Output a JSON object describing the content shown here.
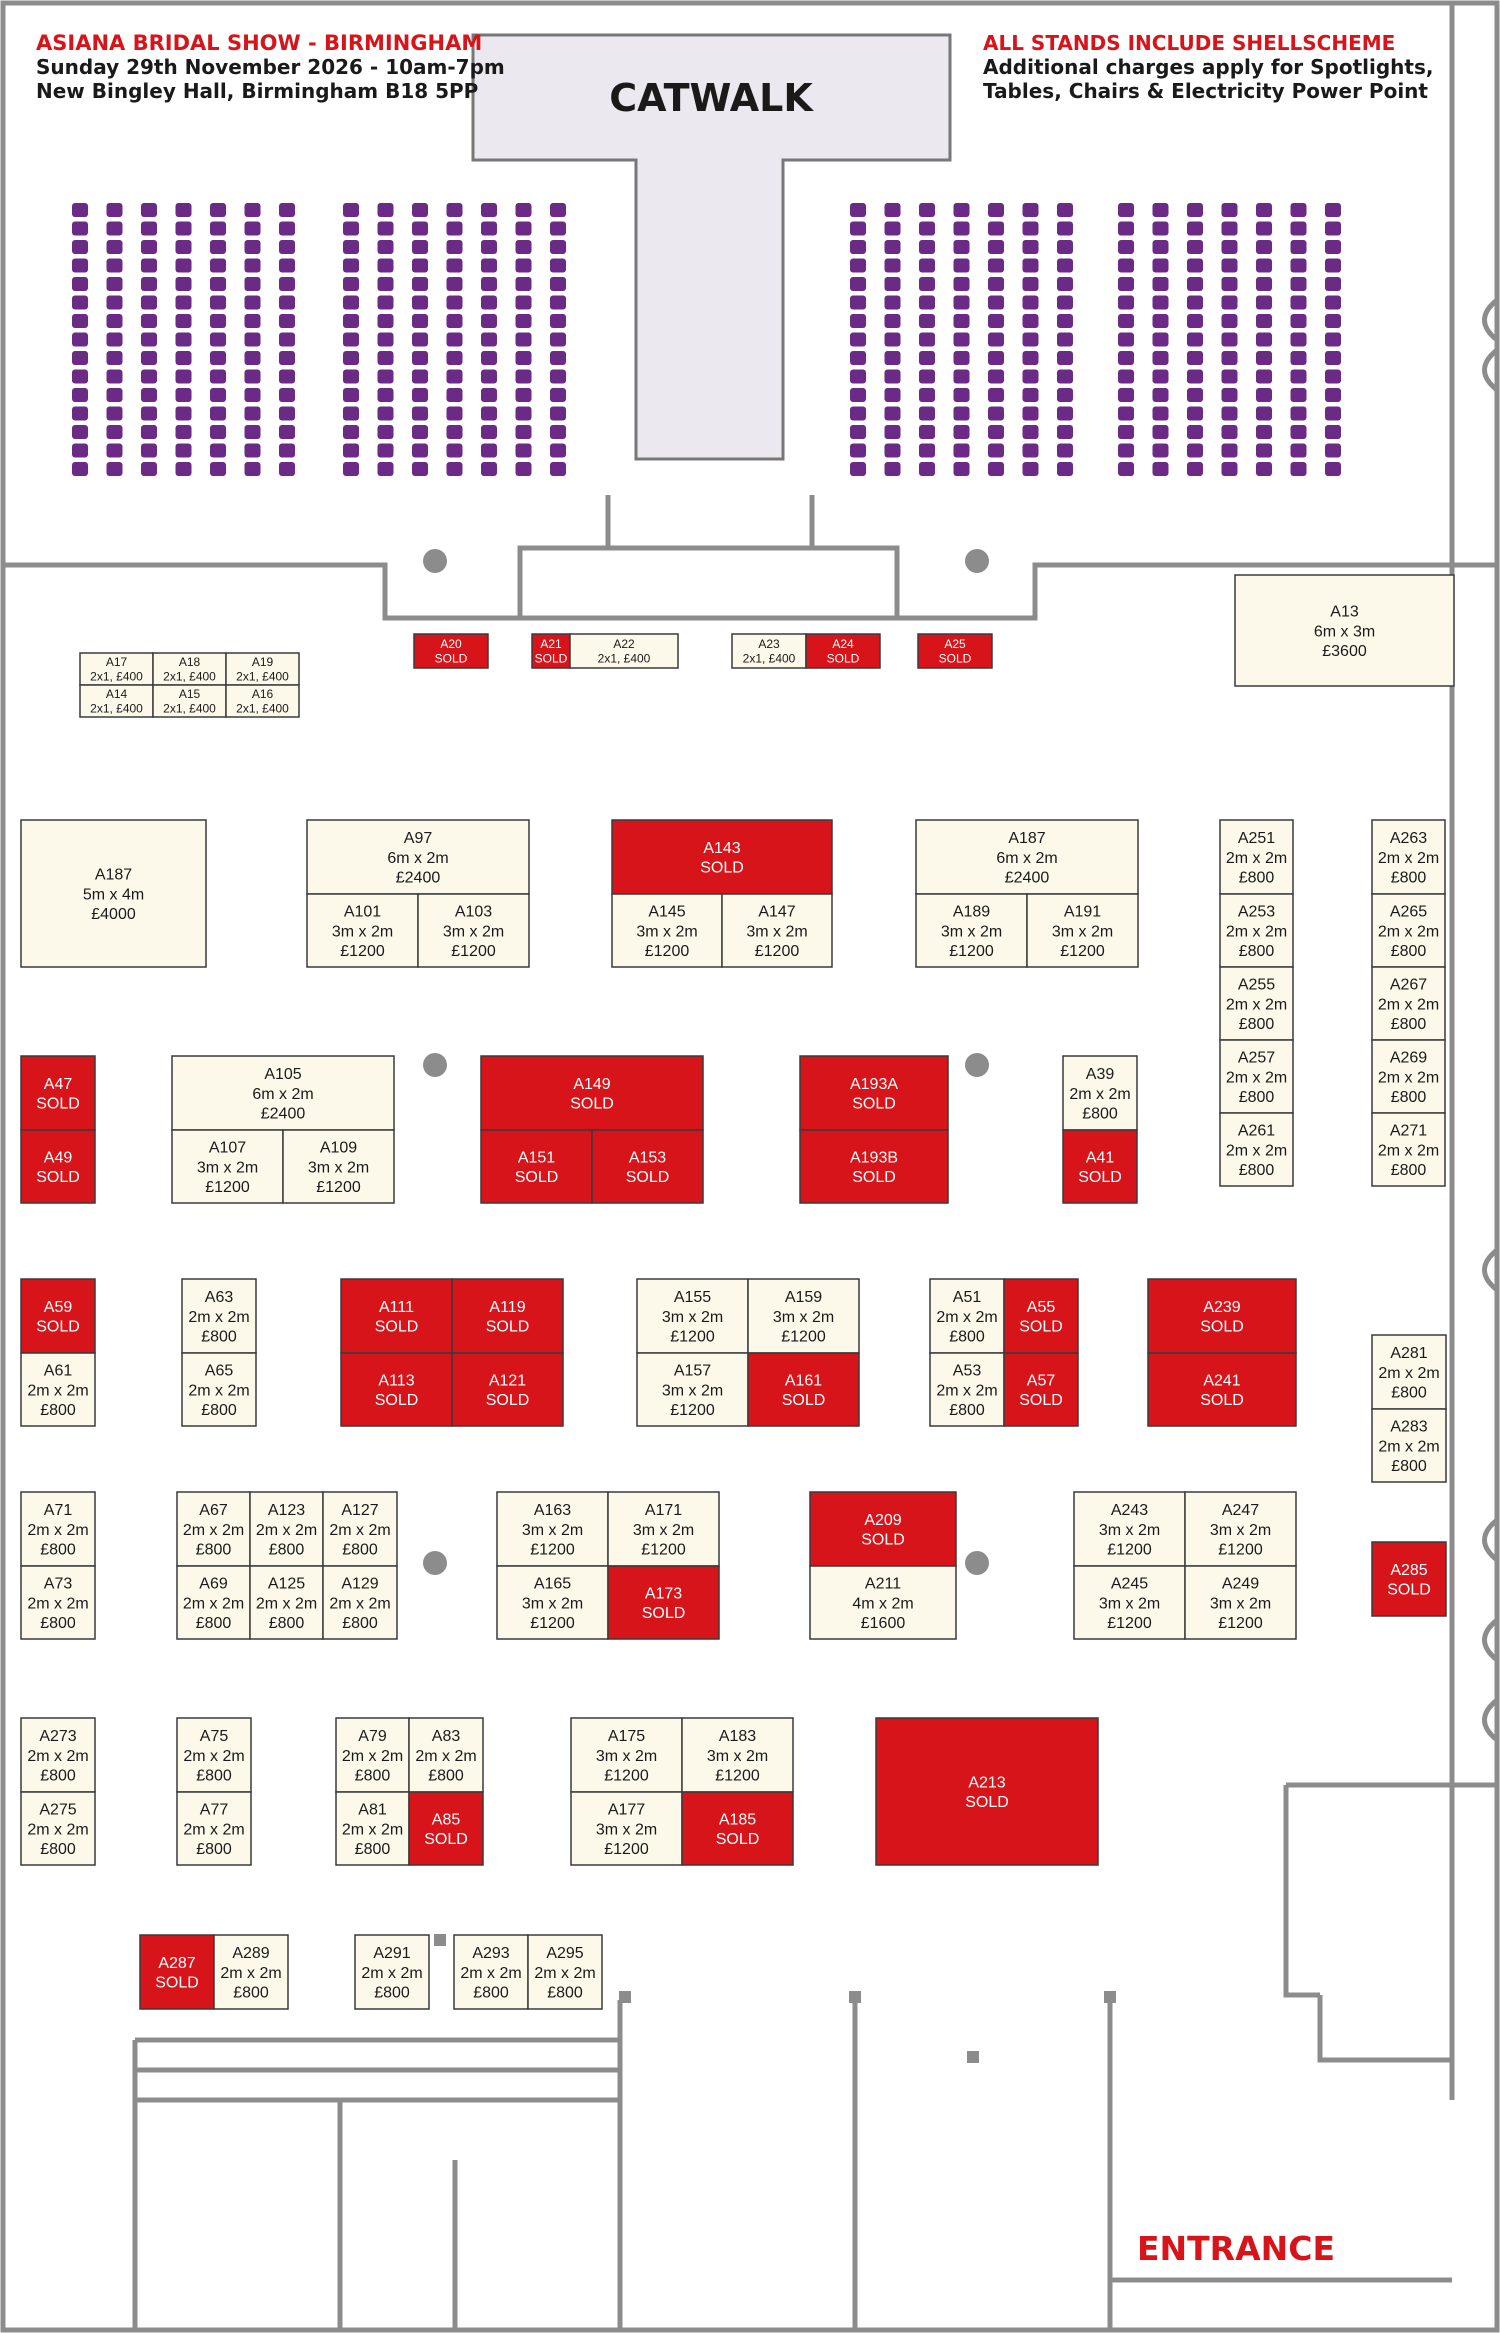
{
  "header": {
    "event_title": "ASIANA BRIDAL SHOW - BIRMINGHAM",
    "date_line": "Sunday 29th November 2026 - 10am-7pm",
    "venue_line": "New Bingley Hall, Birmingham B18 5PP",
    "shell_title": "ALL STANDS INCLUDE SHELLSCHEME",
    "shell_line1": "Additional charges apply for Spotlights,",
    "shell_line2": "Tables, Chairs & Electricity Power Point"
  },
  "catwalk_label": "CATWALK",
  "entrance_label": "ENTRANCE",
  "colors": {
    "sold": "#d7141a",
    "available": "#fcf9ea",
    "seat": "#6a2a86",
    "wall": "#8c8c8c",
    "title_red": "#d7141a"
  },
  "stands": [
    {
      "id": "A20",
      "lines": [
        "SOLD"
      ],
      "sold": true
    },
    {
      "id": "A21",
      "lines": [
        "SOLD"
      ],
      "sold": true
    },
    {
      "id": "A22",
      "lines": [
        "2x1, £400"
      ],
      "sold": false
    },
    {
      "id": "A23",
      "lines": [
        "2x1, £400"
      ],
      "sold": false
    },
    {
      "id": "A24",
      "lines": [
        "SOLD"
      ],
      "sold": true
    },
    {
      "id": "A25",
      "lines": [
        "SOLD"
      ],
      "sold": true
    },
    {
      "id": "A13",
      "lines": [
        "6m x 3m",
        "£3600"
      ],
      "sold": false
    },
    {
      "id": "A17",
      "lines": [
        "2x1, £400"
      ],
      "sold": false
    },
    {
      "id": "A18",
      "lines": [
        "2x1, £400"
      ],
      "sold": false
    },
    {
      "id": "A19",
      "lines": [
        "2x1, £400"
      ],
      "sold": false
    },
    {
      "id": "A14",
      "lines": [
        "2x1, £400"
      ],
      "sold": false
    },
    {
      "id": "A15",
      "lines": [
        "2x1, £400"
      ],
      "sold": false
    },
    {
      "id": "A16",
      "lines": [
        "2x1, £400"
      ],
      "sold": false
    },
    {
      "id": "A187",
      "lines": [
        "5m x 4m",
        "£4000"
      ],
      "sold": false
    },
    {
      "id": "A97",
      "lines": [
        "6m x 2m",
        "£2400"
      ],
      "sold": false
    },
    {
      "id": "A101",
      "lines": [
        "3m x 2m",
        "£1200"
      ],
      "sold": false
    },
    {
      "id": "A103",
      "lines": [
        "3m x 2m",
        "£1200"
      ],
      "sold": false
    },
    {
      "id": "A143",
      "lines": [
        "SOLD"
      ],
      "sold": true
    },
    {
      "id": "A145",
      "lines": [
        "3m x 2m",
        "£1200"
      ],
      "sold": false
    },
    {
      "id": "A147",
      "lines": [
        "3m x 2m",
        "£1200"
      ],
      "sold": false
    },
    {
      "id": "A187",
      "lines": [
        "6m x 2m",
        "£2400"
      ],
      "sold": false
    },
    {
      "id": "A189",
      "lines": [
        "3m x 2m",
        "£1200"
      ],
      "sold": false
    },
    {
      "id": "A191",
      "lines": [
        "3m x 2m",
        "£1200"
      ],
      "sold": false
    },
    {
      "id": "A251",
      "lines": [
        "2m x 2m",
        "£800"
      ],
      "sold": false
    },
    {
      "id": "A253",
      "lines": [
        "2m x 2m",
        "£800"
      ],
      "sold": false
    },
    {
      "id": "A255",
      "lines": [
        "2m x 2m",
        "£800"
      ],
      "sold": false
    },
    {
      "id": "A257",
      "lines": [
        "2m x 2m",
        "£800"
      ],
      "sold": false
    },
    {
      "id": "A261",
      "lines": [
        "2m x 2m",
        "£800"
      ],
      "sold": false
    },
    {
      "id": "A263",
      "lines": [
        "2m x 2m",
        "£800"
      ],
      "sold": false
    },
    {
      "id": "A265",
      "lines": [
        "2m x 2m",
        "£800"
      ],
      "sold": false
    },
    {
      "id": "A267",
      "lines": [
        "2m x 2m",
        "£800"
      ],
      "sold": false
    },
    {
      "id": "A269",
      "lines": [
        "2m x 2m",
        "£800"
      ],
      "sold": false
    },
    {
      "id": "A271",
      "lines": [
        "2m x 2m",
        "£800"
      ],
      "sold": false
    },
    {
      "id": "A47",
      "lines": [
        "SOLD"
      ],
      "sold": true
    },
    {
      "id": "A49",
      "lines": [
        "SOLD"
      ],
      "sold": true
    },
    {
      "id": "A105",
      "lines": [
        "6m x 2m",
        "£2400"
      ],
      "sold": false
    },
    {
      "id": "A107",
      "lines": [
        "3m x 2m",
        "£1200"
      ],
      "sold": false
    },
    {
      "id": "A109",
      "lines": [
        "3m x 2m",
        "£1200"
      ],
      "sold": false
    },
    {
      "id": "A149",
      "lines": [
        "SOLD"
      ],
      "sold": true
    },
    {
      "id": "A151",
      "lines": [
        "SOLD"
      ],
      "sold": true
    },
    {
      "id": "A153",
      "lines": [
        "SOLD"
      ],
      "sold": true
    },
    {
      "id": "A193A",
      "lines": [
        "SOLD"
      ],
      "sold": true
    },
    {
      "id": "A193B",
      "lines": [
        "SOLD"
      ],
      "sold": true
    },
    {
      "id": "A39",
      "lines": [
        "2m x 2m",
        "£800"
      ],
      "sold": false
    },
    {
      "id": "A41",
      "lines": [
        "SOLD"
      ],
      "sold": true
    },
    {
      "id": "A59",
      "lines": [
        "SOLD"
      ],
      "sold": true
    },
    {
      "id": "A61",
      "lines": [
        "2m x 2m",
        "£800"
      ],
      "sold": false
    },
    {
      "id": "A63",
      "lines": [
        "2m x 2m",
        "£800"
      ],
      "sold": false
    },
    {
      "id": "A65",
      "lines": [
        "2m x 2m",
        "£800"
      ],
      "sold": false
    },
    {
      "id": "A111",
      "lines": [
        "SOLD"
      ],
      "sold": true
    },
    {
      "id": "A119",
      "lines": [
        "SOLD"
      ],
      "sold": true
    },
    {
      "id": "A113",
      "lines": [
        "SOLD"
      ],
      "sold": true
    },
    {
      "id": "A121",
      "lines": [
        "SOLD"
      ],
      "sold": true
    },
    {
      "id": "A155",
      "lines": [
        "3m x 2m",
        "£1200"
      ],
      "sold": false
    },
    {
      "id": "A159",
      "lines": [
        "3m x 2m",
        "£1200"
      ],
      "sold": false
    },
    {
      "id": "A157",
      "lines": [
        "3m x 2m",
        "£1200"
      ],
      "sold": false
    },
    {
      "id": "A161",
      "lines": [
        "SOLD"
      ],
      "sold": true
    },
    {
      "id": "A51",
      "lines": [
        "2m x 2m",
        "£800"
      ],
      "sold": false
    },
    {
      "id": "A55",
      "lines": [
        "SOLD"
      ],
      "sold": true
    },
    {
      "id": "A53",
      "lines": [
        "2m x 2m",
        "£800"
      ],
      "sold": false
    },
    {
      "id": "A57",
      "lines": [
        "SOLD"
      ],
      "sold": true
    },
    {
      "id": "A239",
      "lines": [
        "SOLD"
      ],
      "sold": true
    },
    {
      "id": "A241",
      "lines": [
        "SOLD"
      ],
      "sold": true
    },
    {
      "id": "A281",
      "lines": [
        "2m x 2m",
        "£800"
      ],
      "sold": false
    },
    {
      "id": "A283",
      "lines": [
        "2m x 2m",
        "£800"
      ],
      "sold": false
    },
    {
      "id": "A71",
      "lines": [
        "2m x 2m",
        "£800"
      ],
      "sold": false
    },
    {
      "id": "A73",
      "lines": [
        "2m x 2m",
        "£800"
      ],
      "sold": false
    },
    {
      "id": "A67",
      "lines": [
        "2m x 2m",
        "£800"
      ],
      "sold": false
    },
    {
      "id": "A123",
      "lines": [
        "2m x 2m",
        "£800"
      ],
      "sold": false
    },
    {
      "id": "A127",
      "lines": [
        "2m x 2m",
        "£800"
      ],
      "sold": false
    },
    {
      "id": "A69",
      "lines": [
        "2m x 2m",
        "£800"
      ],
      "sold": false
    },
    {
      "id": "A125",
      "lines": [
        "2m x 2m",
        "£800"
      ],
      "sold": false
    },
    {
      "id": "A129",
      "lines": [
        "2m x 2m",
        "£800"
      ],
      "sold": false
    },
    {
      "id": "A163",
      "lines": [
        "3m x 2m",
        "£1200"
      ],
      "sold": false
    },
    {
      "id": "A171",
      "lines": [
        "3m x 2m",
        "£1200"
      ],
      "sold": false
    },
    {
      "id": "A165",
      "lines": [
        "3m x 2m",
        "£1200"
      ],
      "sold": false
    },
    {
      "id": "A173",
      "lines": [
        "SOLD"
      ],
      "sold": true
    },
    {
      "id": "A209",
      "lines": [
        "SOLD"
      ],
      "sold": true
    },
    {
      "id": "A211",
      "lines": [
        "4m x 2m",
        "£1600"
      ],
      "sold": false
    },
    {
      "id": "A243",
      "lines": [
        "3m x 2m",
        "£1200"
      ],
      "sold": false
    },
    {
      "id": "A247",
      "lines": [
        "3m x 2m",
        "£1200"
      ],
      "sold": false
    },
    {
      "id": "A245",
      "lines": [
        "3m x 2m",
        "£1200"
      ],
      "sold": false
    },
    {
      "id": "A249",
      "lines": [
        "3m x 2m",
        "£1200"
      ],
      "sold": false
    },
    {
      "id": "A285",
      "lines": [
        "SOLD"
      ],
      "sold": true
    },
    {
      "id": "A273",
      "lines": [
        "2m x 2m",
        "£800"
      ],
      "sold": false
    },
    {
      "id": "A275",
      "lines": [
        "2m x 2m",
        "£800"
      ],
      "sold": false
    },
    {
      "id": "A75",
      "lines": [
        "2m x 2m",
        "£800"
      ],
      "sold": false
    },
    {
      "id": "A77",
      "lines": [
        "2m x 2m",
        "£800"
      ],
      "sold": false
    },
    {
      "id": "A79",
      "lines": [
        "2m x 2m",
        "£800"
      ],
      "sold": false
    },
    {
      "id": "A83",
      "lines": [
        "2m x 2m",
        "£800"
      ],
      "sold": false
    },
    {
      "id": "A81",
      "lines": [
        "2m x 2m",
        "£800"
      ],
      "sold": false
    },
    {
      "id": "A85",
      "lines": [
        "SOLD"
      ],
      "sold": true
    },
    {
      "id": "A175",
      "lines": [
        "3m x 2m",
        "£1200"
      ],
      "sold": false
    },
    {
      "id": "A183",
      "lines": [
        "3m x 2m",
        "£1200"
      ],
      "sold": false
    },
    {
      "id": "A177",
      "lines": [
        "3m x 2m",
        "£1200"
      ],
      "sold": false
    },
    {
      "id": "A185",
      "lines": [
        "SOLD"
      ],
      "sold": true
    },
    {
      "id": "A213",
      "lines": [
        "SOLD"
      ],
      "sold": true
    },
    {
      "id": "A287",
      "lines": [
        "SOLD"
      ],
      "sold": true
    },
    {
      "id": "A289",
      "lines": [
        "2m x 2m",
        "£800"
      ],
      "sold": false
    },
    {
      "id": "A291",
      "lines": [
        "2m x 2m",
        "£800"
      ],
      "sold": false
    },
    {
      "id": "A293",
      "lines": [
        "2m x 2m",
        "£800"
      ],
      "sold": false
    },
    {
      "id": "A295",
      "lines": [
        "2m x 2m",
        "£800"
      ],
      "sold": false
    }
  ]
}
